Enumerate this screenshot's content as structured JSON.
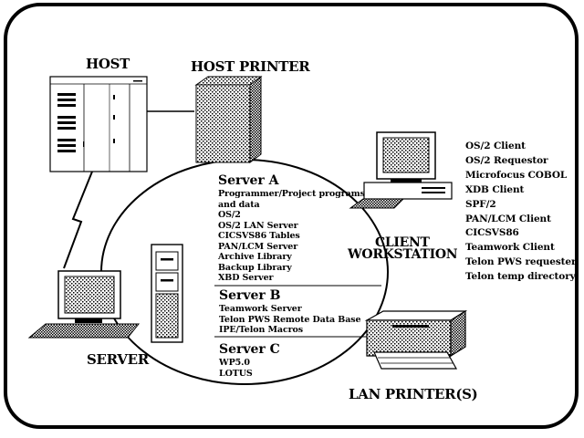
{
  "labels": {
    "host": "HOST",
    "host_printer": "HOST PRINTER",
    "client_workstation_line1": "CLIENT",
    "client_workstation_line2": "WORKSTATION",
    "server": "SERVER",
    "lan_printers": "LAN PRINTER(S)"
  },
  "server_a": {
    "title": "Server A",
    "items": [
      "Programmer/Project programs",
      "and data",
      "OS/2",
      "OS/2 LAN Server",
      "CICSVS86 Tables",
      "PAN/LCM Server",
      "Archive Library",
      "Backup Library",
      "XBD Server"
    ]
  },
  "server_b": {
    "title": "Server B",
    "items": [
      "Teamwork Server",
      "Telon PWS Remote Data Base",
      "IPE/Telon Macros"
    ]
  },
  "server_c": {
    "title": "Server C",
    "items": [
      "WP5.0",
      "LOTUS"
    ]
  },
  "client_software": [
    "OS/2 Client",
    "OS/2 Requestor",
    "Microfocus COBOL",
    "XDB Client",
    "SPF/2",
    "PAN/LCM Client",
    "CICSVS86",
    "Teamwork Client",
    "Telon PWS requester",
    "Telon temp directory"
  ]
}
